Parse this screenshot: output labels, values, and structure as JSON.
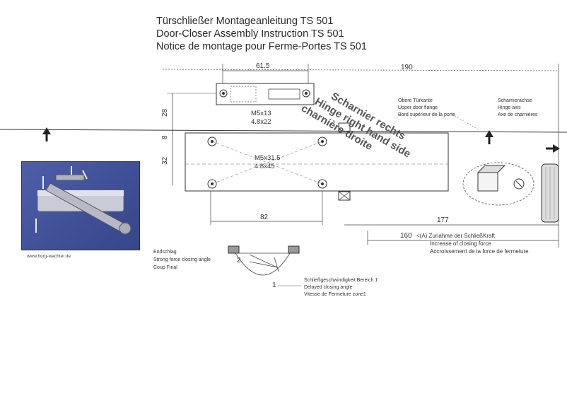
{
  "titles": {
    "de": "Türschließer Montageanleitung TS 501",
    "en": "Door-Closer Assembly Instruction TS 501",
    "fr": "Notice de montage pour Ferme-Portes TS 501"
  },
  "dimensions": {
    "d61_5": "61.5",
    "d190": "190",
    "d28": "28",
    "d8": "8",
    "d32": "32",
    "d82": "82",
    "d177": "177",
    "d160": "160"
  },
  "screws": {
    "top_a": "M5x13",
    "top_b": "4.8x22",
    "body_a": "M5x31.5",
    "body_b": "4.8x45"
  },
  "labels": {
    "upper_flange_de": "Obere Türkante",
    "upper_flange_en": "Upper door flange",
    "upper_flange_fr": "Bord supérieur de la porte",
    "hinge_axis_de": "Scharnierachse",
    "hinge_axis_en": "Hinge axis",
    "hinge_axis_fr": "Axe de charnières",
    "hinge_right_de": "Scharnier rechts",
    "hinge_right_en": "Hinge right hand side",
    "hinge_right_fr": "charnière droite",
    "force_de": "<(A) Zunahme der SchließKraft",
    "force_en": "Increase of closing force",
    "force_fr": "Accroissement de la force de fermeture",
    "final_de": "Endschlag",
    "final_en": "Strong force closing angle",
    "final_fr": "Coup Final",
    "speed_de": "Schließgeschwindigkeit Bereich 1",
    "speed_en": "Delayed closing angle",
    "speed_fr": "Vitesse de Fermeture zone1",
    "valve_2": "2",
    "valve_1": "1",
    "credit": "www.burg-wachter.de"
  }
}
